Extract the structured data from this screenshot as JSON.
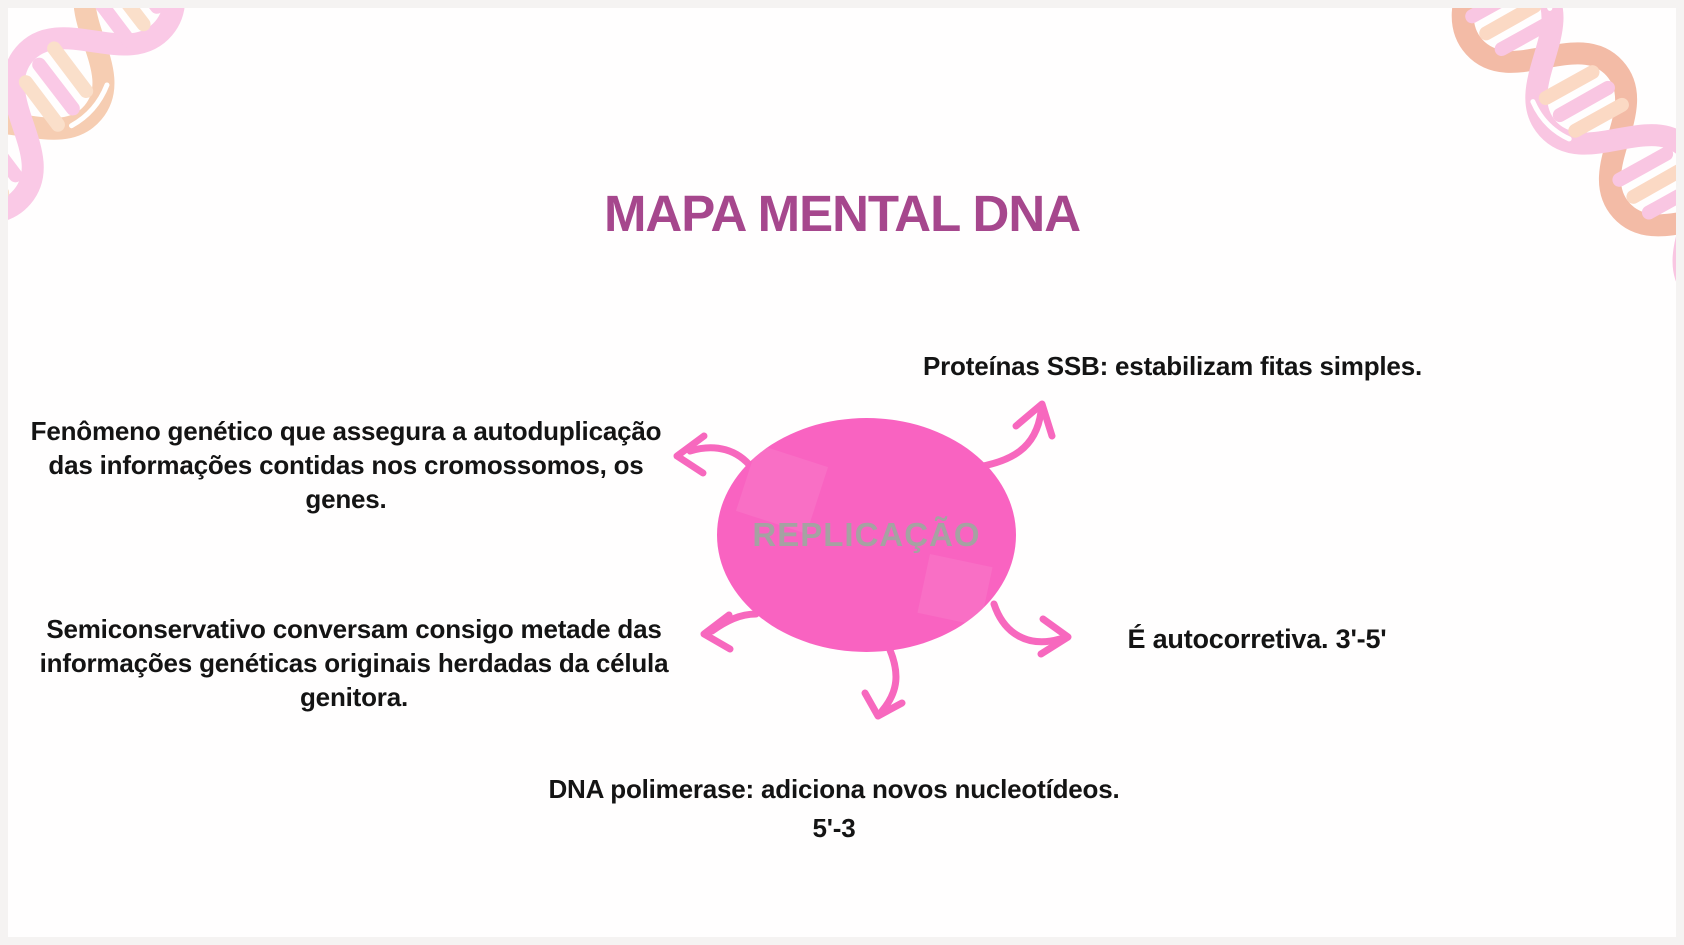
{
  "page_title": "MAPA MENTAL DNA",
  "center_node": {
    "label": "REPLICAÇÃO"
  },
  "branches": [
    {
      "id": "proteinas-ssb",
      "lines": [
        "Proteínas SSB: estabilizam fitas simples."
      ]
    },
    {
      "id": "fenomeno-genetico",
      "lines": [
        "Fenômeno genético que assegura a autoduplicação",
        "das informações contidas nos cromossomos, os",
        "genes."
      ]
    },
    {
      "id": "semiconservativo",
      "lines": [
        "Semiconservativo conversam consigo metade das",
        "informações genéticas originais herdadas da célula genitora."
      ]
    },
    {
      "id": "autocorretiva",
      "lines": [
        "É autocorretiva. 3'-5'"
      ]
    },
    {
      "id": "dna-polimerase",
      "lines": [
        "DNA polimerase: adiciona novos nucleotídeos.",
        "5'-3"
      ]
    }
  ],
  "colors": {
    "title_magenta": "#a6478d",
    "center_fill_pink": "#f963c1",
    "center_label_gray": "#a5a2a2",
    "arrow_pink": "#f768be",
    "body_text": "#141414",
    "helix_pink": "#fac9e6",
    "helix_peach": "#f6cdb2",
    "helix_peach_dark": "#f3bba6",
    "helix_pink_soft": "#f9c6e2",
    "frame_gray": "#f5f3f2"
  }
}
